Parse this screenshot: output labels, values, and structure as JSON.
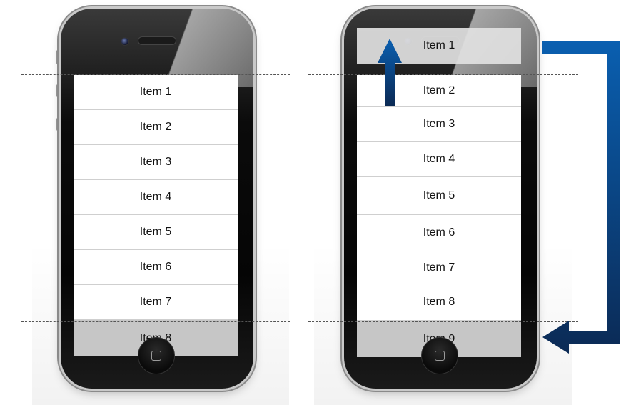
{
  "left_phone": {
    "rows": [
      "Item 1",
      "Item 2",
      "Item 3",
      "Item 4",
      "Item 5",
      "Item 6",
      "Item 7",
      "Item 8"
    ]
  },
  "right_phone": {
    "moved_item": "Item 1",
    "rows": [
      "Item 2",
      "Item 3",
      "Item 4",
      "Item 5",
      "Item 6",
      "Item 7",
      "Item 8",
      "Item 9"
    ]
  },
  "colors": {
    "arrow_light": "#0a5fb0",
    "arrow_dark": "#0b2a55",
    "partial_row": "#c6c6c6"
  }
}
